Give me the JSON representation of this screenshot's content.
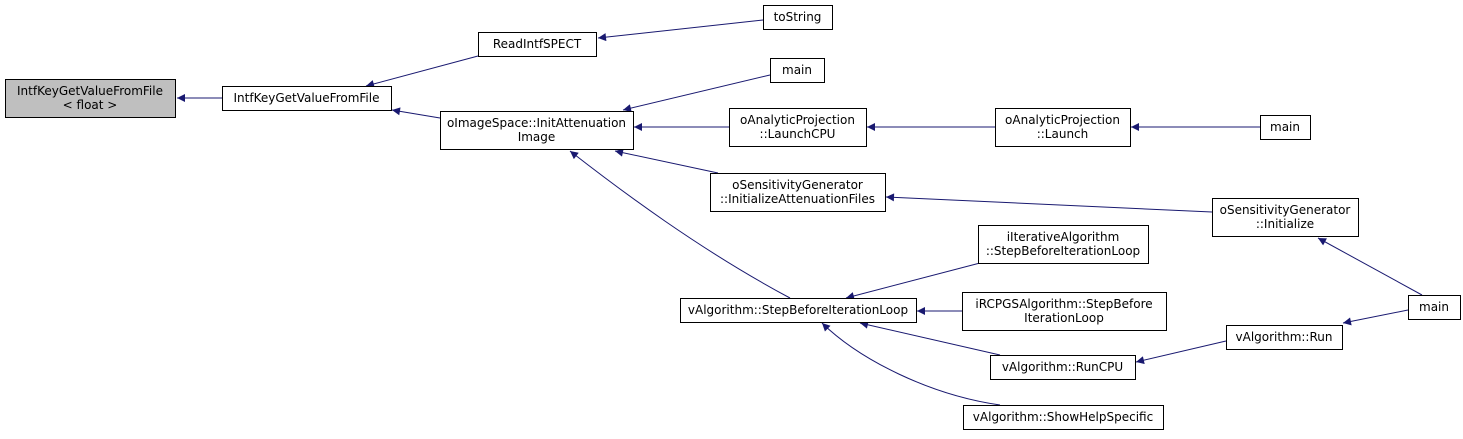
{
  "colors": {
    "root_fill": "#bfbfbf",
    "node_fill": "#ffffff",
    "node_stroke": "#000000",
    "edge": "#191970"
  },
  "nodes": [
    {
      "id": "root",
      "lines": [
        "IntfKeyGetValueFromFile",
        "< float >"
      ],
      "root": true
    },
    {
      "id": "intfkey",
      "lines": [
        "IntfKeyGetValueFromFile"
      ]
    },
    {
      "id": "readintf",
      "lines": [
        "ReadIntfSPECT"
      ]
    },
    {
      "id": "tostring",
      "lines": [
        "toString"
      ]
    },
    {
      "id": "main1",
      "lines": [
        "main"
      ]
    },
    {
      "id": "initatt",
      "lines": [
        "oImageSpace::InitAttenuation",
        "Image"
      ]
    },
    {
      "id": "launchcpu",
      "lines": [
        "oAnalyticProjection",
        "::LaunchCPU"
      ]
    },
    {
      "id": "launch",
      "lines": [
        "oAnalyticProjection",
        "::Launch"
      ]
    },
    {
      "id": "main2",
      "lines": [
        "main"
      ]
    },
    {
      "id": "initattfiles",
      "lines": [
        "oSensitivityGenerator",
        "::InitializeAttenuationFiles"
      ]
    },
    {
      "id": "sginit",
      "lines": [
        "oSensitivityGenerator",
        "::Initialize"
      ]
    },
    {
      "id": "iterstep",
      "lines": [
        "iIterativeAlgorithm",
        "::StepBeforeIterationLoop"
      ]
    },
    {
      "id": "vstep",
      "lines": [
        "vAlgorithm::StepBeforeIterationLoop"
      ]
    },
    {
      "id": "rcpgs",
      "lines": [
        "iRCPGSAlgorithm::StepBefore",
        "IterationLoop"
      ]
    },
    {
      "id": "main3",
      "lines": [
        "main"
      ]
    },
    {
      "id": "runcpu",
      "lines": [
        "vAlgorithm::RunCPU"
      ]
    },
    {
      "id": "run",
      "lines": [
        "vAlgorithm::Run"
      ]
    },
    {
      "id": "showhelp",
      "lines": [
        "vAlgorithm::ShowHelpSpecific"
      ]
    }
  ],
  "edges": [
    {
      "from": "intfkey",
      "to": "root"
    },
    {
      "from": "readintf",
      "to": "intfkey"
    },
    {
      "from": "initatt",
      "to": "intfkey"
    },
    {
      "from": "tostring",
      "to": "readintf"
    },
    {
      "from": "main1",
      "to": "initatt"
    },
    {
      "from": "launchcpu",
      "to": "initatt"
    },
    {
      "from": "initattfiles",
      "to": "initatt"
    },
    {
      "from": "vstep",
      "to": "initatt"
    },
    {
      "from": "launch",
      "to": "launchcpu"
    },
    {
      "from": "main2",
      "to": "launch"
    },
    {
      "from": "sginit",
      "to": "initattfiles"
    },
    {
      "from": "main3",
      "to": "sginit"
    },
    {
      "from": "iterstep",
      "to": "vstep"
    },
    {
      "from": "rcpgs",
      "to": "vstep"
    },
    {
      "from": "runcpu",
      "to": "vstep"
    },
    {
      "from": "showhelp",
      "to": "vstep"
    },
    {
      "from": "run",
      "to": "runcpu"
    },
    {
      "from": "main3",
      "to": "run"
    }
  ]
}
